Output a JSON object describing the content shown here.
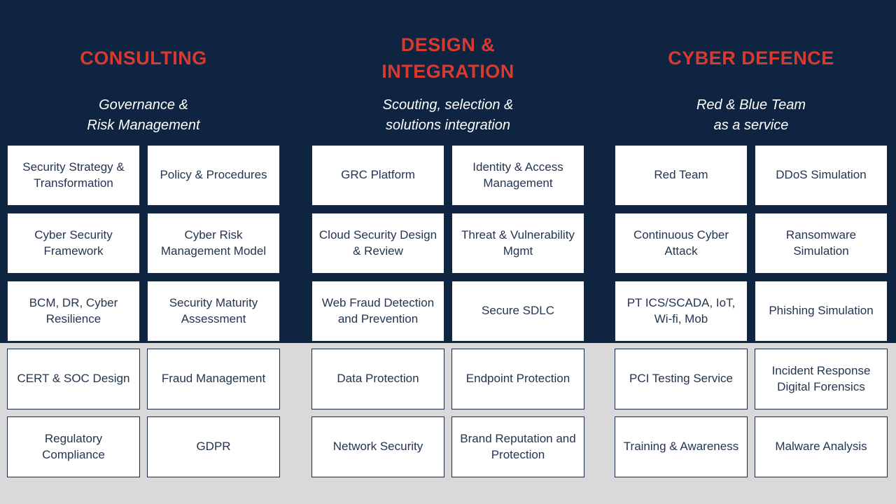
{
  "slide": {
    "colors": {
      "background_navy": "#0F2440",
      "background_gray": "#D9D9D9",
      "accent_red": "#D93A30",
      "card_text_navy": "#243550"
    },
    "columns": [
      {
        "title_lines": [
          "CONSULTING"
        ],
        "subtitle_lines": [
          "Governance &",
          "Risk Management"
        ],
        "left": [
          "Security Strategy & Transformation",
          "Cyber Security Framework",
          "BCM, DR, Cyber Resilience",
          "CERT & SOC Design",
          "Regulatory Compliance"
        ],
        "right": [
          "Policy & Procedures",
          "Cyber Risk Management Model",
          "Security Maturity Assessment",
          "Fraud Management",
          "GDPR"
        ]
      },
      {
        "title_lines": [
          "DESIGN &",
          "INTEGRATION"
        ],
        "subtitle_lines": [
          "Scouting, selection &",
          "solutions integration"
        ],
        "left": [
          "GRC Platform",
          "Cloud Security Design & Review",
          "Web Fraud Detection and Prevention",
          "Data Protection",
          "Network Security"
        ],
        "right": [
          "Identity & Access Management",
          "Threat & Vulnerability Mgmt",
          "Secure SDLC",
          "Endpoint Protection",
          "Brand Reputation and Protection"
        ]
      },
      {
        "title_lines": [
          "CYBER DEFENCE"
        ],
        "subtitle_lines": [
          "Red & Blue Team",
          "as a service"
        ],
        "left": [
          "Red Team",
          "Continuous Cyber Attack",
          "PT ICS/SCADA, IoT, Wi-fi, Mob",
          "PCI Testing Service",
          "Training & Awareness"
        ],
        "right": [
          "DDoS Simulation",
          "Ransomware Simulation",
          "Phishing Simulation",
          "Incident Response Digital Forensics",
          "Malware Analysis"
        ]
      }
    ]
  }
}
